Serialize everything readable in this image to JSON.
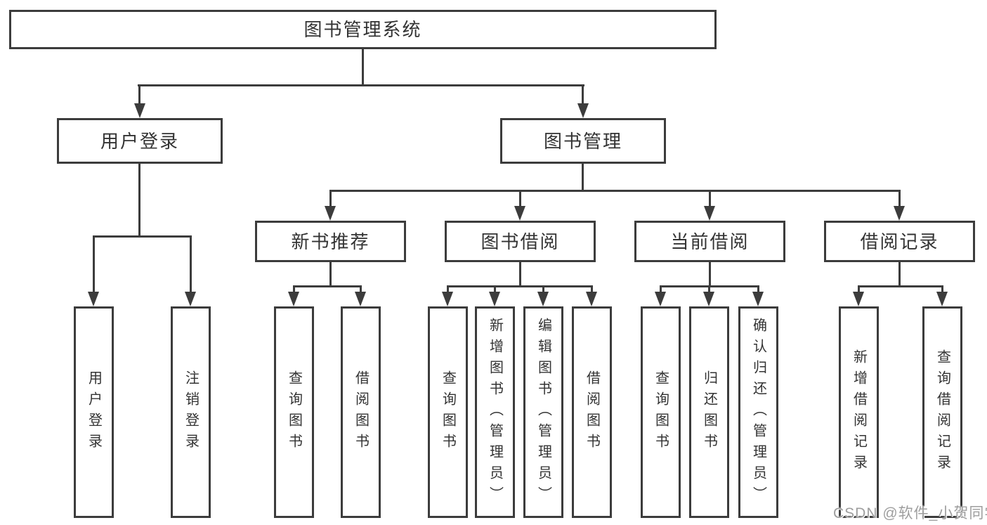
{
  "diagram": {
    "tree": {
      "label": "图书管理系统",
      "children": [
        {
          "label": "用户登录",
          "children": [
            {
              "label": "用户登录"
            },
            {
              "label": "注销登录"
            }
          ]
        },
        {
          "label": "图书管理",
          "children": [
            {
              "label": "新书推荐",
              "children": [
                {
                  "label": "查询图书"
                },
                {
                  "label": "借阅图书"
                }
              ]
            },
            {
              "label": "图书借阅",
              "children": [
                {
                  "label": "查询图书"
                },
                {
                  "label": "新增图书（管理员）"
                },
                {
                  "label": "编辑图书（管理员）"
                },
                {
                  "label": "借阅图书"
                }
              ]
            },
            {
              "label": "当前借阅",
              "children": [
                {
                  "label": "查询图书"
                },
                {
                  "label": "归还图书"
                },
                {
                  "label": "确认归还（管理员）"
                }
              ]
            },
            {
              "label": "借阅记录",
              "children": [
                {
                  "label": "新增借阅记录"
                },
                {
                  "label": "查询借阅记录"
                }
              ]
            }
          ]
        }
      ]
    }
  },
  "watermark": {
    "text": "CSDN @软件_小贺同学"
  },
  "colors": {
    "line": "#3c3c3c",
    "text": "#333333",
    "background": "#ffffff",
    "watermark": "#9e9e9e"
  }
}
